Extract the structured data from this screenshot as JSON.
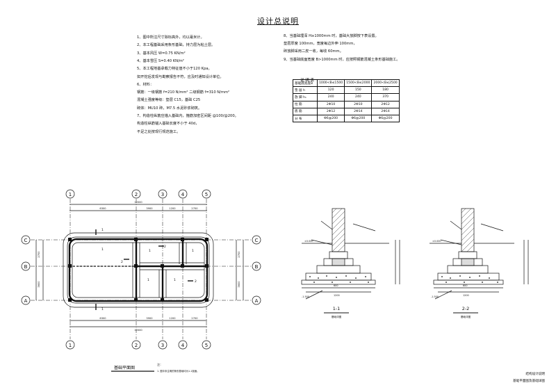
{
  "title": "设计总说明",
  "notes_left": [
    "1、图中所注尺寸除标高外，均以毫米计。",
    "2、本工程基础采用条形基础，持力层为粘土层。",
    "3、基本风压 W=0.75 KN/m²",
    "4、基本雪压 S=0.40 KN/m²",
    "5、本工程地基承载力特征值不小于120 Kpa。",
    "    如开挖后发现与勘察报告不符，应及时通知设计单位。",
    "6、材料：",
    "    钢筋：一级钢筋 f=210 N/mm²   二级钢筋 f=310 N/mm²",
    "    混凝土强度等级：垫层 C15，基础 C25",
    "    砌体：MU10 砖，M7.5 水泥砂浆砌筑。",
    "7、构造柱纵筋应锚入基础内，箍筋加密区间距 @100/@200。",
    "    构造柱纵筋锚入基础长度不小于 40d，",
    "    不足之处按现行规范施工。"
  ],
  "notes_right": [
    "8、当基础埋深 H≥1000mm 时，基础大放脚按下表设置。",
    "    垫层厚度 100mm，宽度每边外伸 100mm，",
    "    砖放脚采用二皮一收，每收 60mm。",
    "9、当基础底面宽度 B>1000mm 时，应按照钢筋混凝土条形基础施工。"
  ],
  "table": {
    "title": "说 明 表",
    "header": [
      "基础底宽度B",
      "1000<B≤1500",
      "1500<B≤2000",
      "2000<B≤2500"
    ],
    "rows": [
      [
        "垫 层 h",
        "120",
        "150",
        "180"
      ],
      [
        "放 脚 h₁",
        "240",
        "240",
        "370"
      ],
      [
        "拉 筋",
        "2Φ10",
        "2Φ10",
        "2Φ12"
      ],
      [
        "底 筋",
        "2Φ12",
        "2Φ14",
        "2Φ14"
      ],
      [
        "分 布",
        "Φ6@200",
        "Φ6@200",
        "Φ6@200"
      ]
    ]
  },
  "plan": {
    "col_axes": [
      "1",
      "2",
      "3",
      "4",
      "5"
    ],
    "row_axes": [
      "C",
      "B",
      "A"
    ],
    "overall_dim": "12000",
    "span_dims": [
      "6300",
      "3900",
      "1200",
      "2700"
    ],
    "row_dims": [
      "2700",
      "3600"
    ],
    "section_tags": [
      "1",
      "1",
      "2",
      "1",
      "1",
      "2",
      "1",
      "1",
      "2",
      "1"
    ],
    "title": "基础平面图",
    "note_head": "注：",
    "note_1": "1. 图中未注明的条形基础均为1-1剖面。"
  },
  "sections": [
    {
      "label": "1-1",
      "sub": "基础详图"
    },
    {
      "label": "2-2",
      "sub": "基础详图"
    }
  ],
  "section_tags": {
    "elev_top": "±0.000",
    "elev_bottom": "-1.500",
    "width_a": "600",
    "width_b": "1200"
  },
  "sheet_title": [
    "结构设计说明",
    "基础平面图及基础详图"
  ]
}
